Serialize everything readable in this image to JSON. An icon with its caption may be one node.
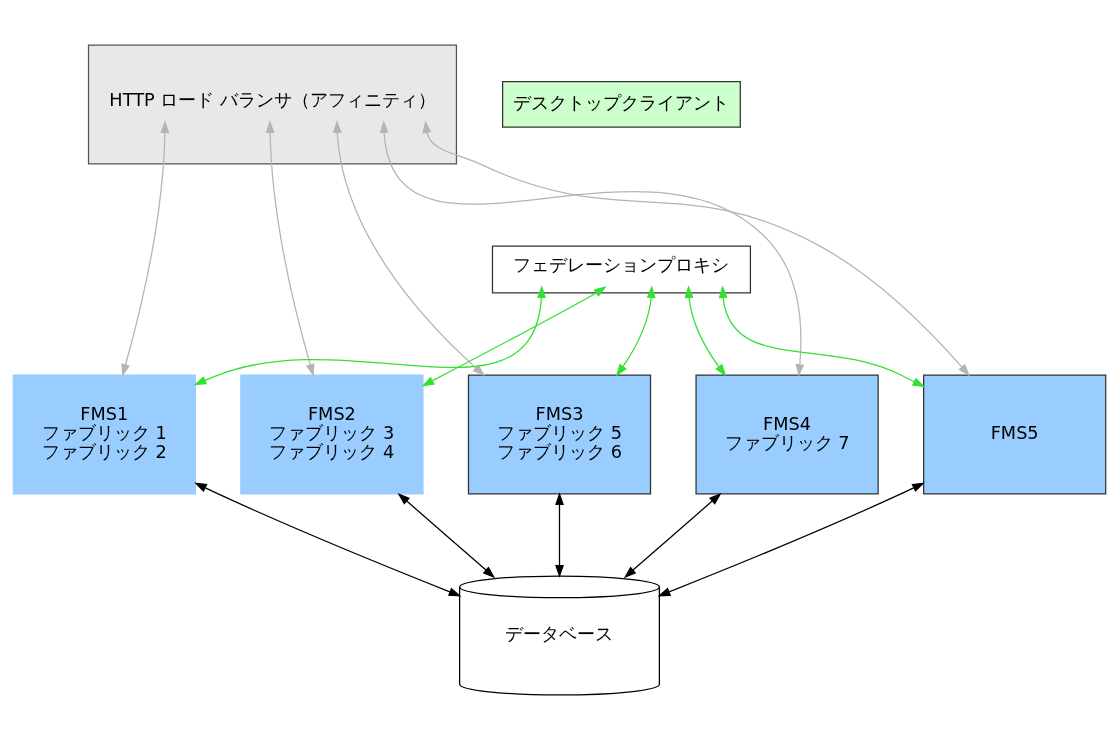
{
  "diagram": {
    "nodes": [
      {
        "text": [
          "HTTP ロード バランサ（アフィニティ）"
        ]
      },
      {
        "text": [
          "デスクトップクライアント"
        ]
      },
      {
        "text": [
          "フェデレーションプロキシ"
        ]
      },
      {
        "text": [
          "FMS1",
          "ファブリック 1",
          "ファブリック 2"
        ]
      },
      {
        "text": [
          "FMS2",
          "ファブリック 3",
          "ファブリック 4"
        ]
      },
      {
        "text": [
          "FMS3",
          "ファブリック 5",
          "ファブリック 6"
        ]
      },
      {
        "text": [
          "FMS4",
          "ファブリック 7"
        ]
      },
      {
        "text": [
          "FMS5"
        ]
      },
      {
        "text": [
          "データベース"
        ]
      }
    ],
    "edges": [
      {
        "from": 0,
        "to": 3,
        "arrow": "both",
        "color": "#b4b4b4"
      },
      {
        "from": 0,
        "to": 4,
        "arrow": "both",
        "color": "#b4b4b4"
      },
      {
        "from": 0,
        "to": 5,
        "arrow": "both",
        "color": "#b4b4b4"
      },
      {
        "from": 0,
        "to": 6,
        "arrow": "both",
        "color": "#b4b4b4"
      },
      {
        "from": 0,
        "to": 7,
        "arrow": "both",
        "color": "#b4b4b4"
      },
      {
        "from": 2,
        "to": 3,
        "arrow": "both",
        "color": "#33e033"
      },
      {
        "from": 2,
        "to": 4,
        "arrow": "both",
        "color": "#33e033"
      },
      {
        "from": 2,
        "to": 5,
        "arrow": "both",
        "color": "#33e033"
      },
      {
        "from": 2,
        "to": 6,
        "arrow": "both",
        "color": "#33e033"
      },
      {
        "from": 2,
        "to": 7,
        "arrow": "both",
        "color": "#33e033"
      },
      {
        "from": 3,
        "to": 8,
        "arrow": "both",
        "color": "#000000"
      },
      {
        "from": 4,
        "to": 8,
        "arrow": "both",
        "color": "#000000"
      },
      {
        "from": 5,
        "to": 8,
        "arrow": "both",
        "color": "#000000"
      },
      {
        "from": 6,
        "to": 8,
        "arrow": "both",
        "color": "#000000"
      },
      {
        "from": 7,
        "to": 8,
        "arrow": "both",
        "color": "#000000"
      }
    ]
  }
}
